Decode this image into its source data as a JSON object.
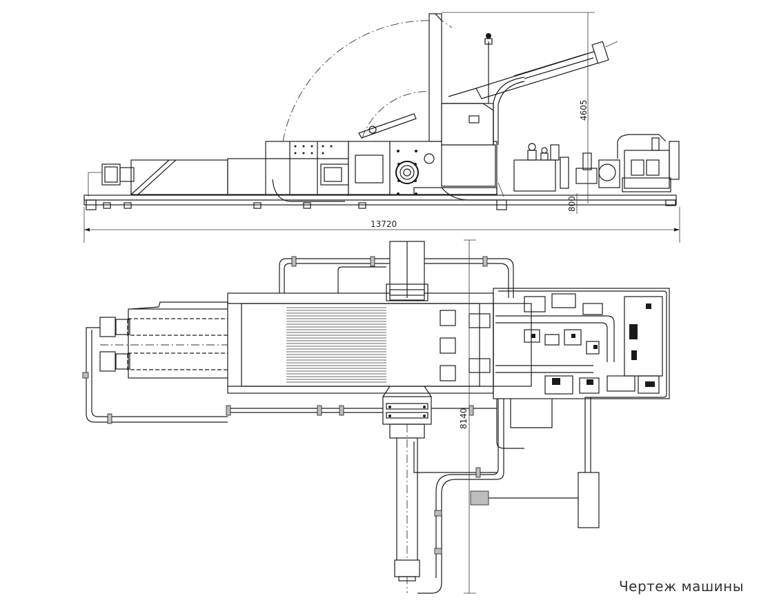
{
  "caption": "Чертеж машины",
  "dimensions": {
    "overall_length": "13720",
    "height": "4605",
    "base_height": "800",
    "width": "8140"
  },
  "icons": {
    "side_view": "machine-side-view-icon",
    "plan_view": "machine-plan-view-icon"
  }
}
